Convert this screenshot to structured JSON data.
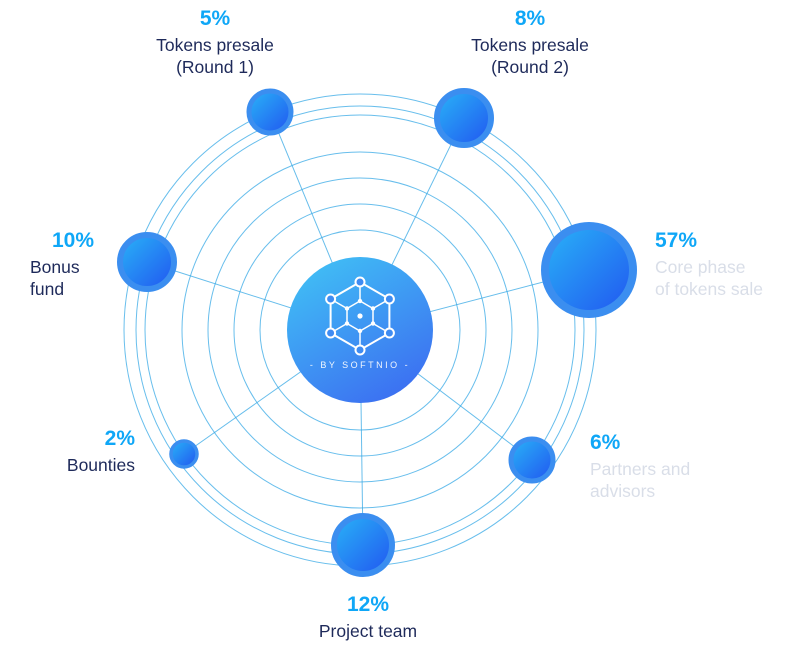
{
  "theme": {
    "background": "#ffffff",
    "accent": "#0fa7f7",
    "dark_label": "#1e2a5a",
    "light_label": "#d9dee8",
    "orbit_stroke": "#35a8e5",
    "node_gradient_start": "#29b4f7",
    "node_gradient_end": "#2155f0",
    "node_ring": "#3b8ef0",
    "center_gradient_start": "#40bff5",
    "center_gradient_end": "#3c6cf1"
  },
  "center": {
    "brand_label": "- BY SOFTNIO -",
    "logo_icon": "hex-network-icon"
  },
  "nodes": [
    {
      "id": "presale-round-1",
      "pct": "5%",
      "label": "Tokens presale\n(Round 1)"
    },
    {
      "id": "presale-round-2",
      "pct": "8%",
      "label": "Tokens presale\n(Round 2)"
    },
    {
      "id": "core-phase",
      "pct": "57%",
      "label": "Core phase\nof tokens sale"
    },
    {
      "id": "bonus-fund",
      "pct": "10%",
      "label": "Bonus\nfund"
    },
    {
      "id": "bounties",
      "pct": "2%",
      "label": "Bounties"
    },
    {
      "id": "partners",
      "pct": "6%",
      "label": "Partners and\nadvisors"
    },
    {
      "id": "project-team",
      "pct": "12%",
      "label": "Project team"
    }
  ],
  "chart_data": {
    "type": "pie",
    "categories": [
      "Tokens presale (Round 1)",
      "Tokens presale (Round 2)",
      "Core phase of tokens sale",
      "Bonus fund",
      "Bounties",
      "Partners and advisors",
      "Project team"
    ],
    "values": [
      5,
      8,
      57,
      10,
      2,
      6,
      12
    ],
    "units": "%",
    "center_label": "- BY SOFTNIO -",
    "legend": "none",
    "rendered_as": "orbit-bubble-diagram"
  }
}
